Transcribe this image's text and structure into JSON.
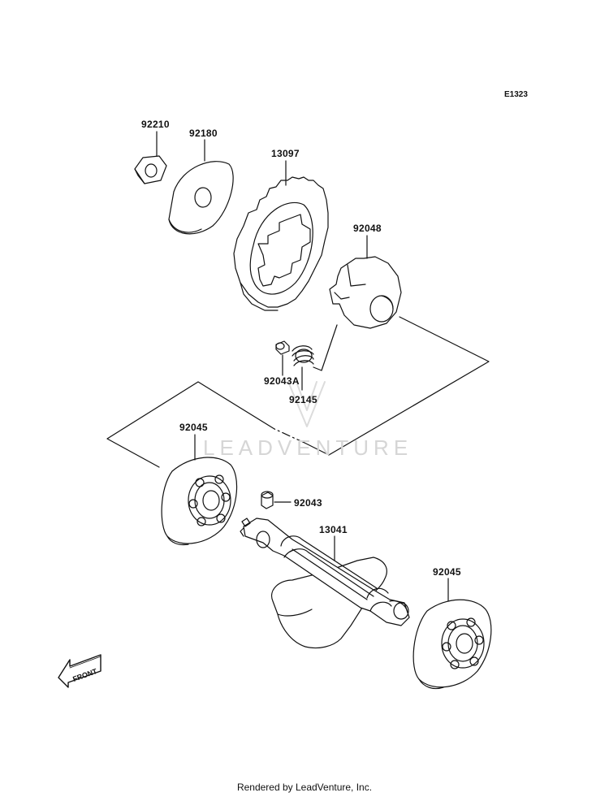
{
  "diagram_code": "E1323",
  "parts": {
    "p92210": "92210",
    "p92180": "92180",
    "p13097": "13097",
    "p92048": "92048",
    "p92043a": "92043A",
    "p92145": "92145",
    "p92045_top": "92045",
    "p92043": "92043",
    "p13041": "13041",
    "p92045_bottom": "92045"
  },
  "front_arrow_label": "FRONT",
  "watermark": "LEADVENTURE",
  "footer": "Rendered by LeadVenture, Inc."
}
